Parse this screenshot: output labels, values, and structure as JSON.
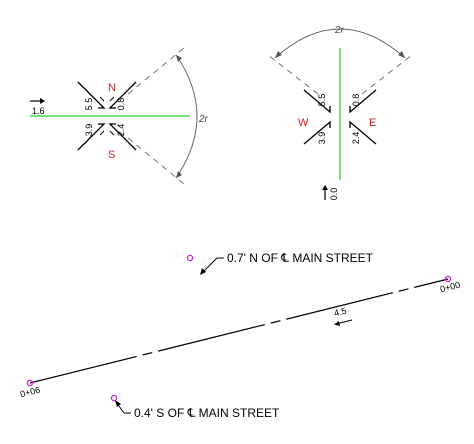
{
  "diagram": {
    "left_intersection": {
      "north_label": "N",
      "south_label": "S",
      "dim_top_left": "5.5",
      "dim_top_right": "0.8",
      "dim_bottom_left": "3.9",
      "dim_bottom_right": "2.4",
      "offset_label": "1.6",
      "arc_label": "2r"
    },
    "right_intersection": {
      "west_label": "W",
      "east_label": "E",
      "dim_top_left": "5.5",
      "dim_top_right": "0.8",
      "dim_bottom_left": "3.9",
      "dim_bottom_right": "2.4",
      "offset_label": "0.0",
      "arc_label": "2r"
    },
    "alignment": {
      "station_start": "0+00",
      "station_end": "0+06",
      "dimension": "4.5",
      "north_note": "0.7' N OF ℄ MAIN STREET",
      "south_note": "0.4' S OF ℄ MAIN STREET"
    },
    "colors": {
      "centerline": "#22cc22",
      "direction_text": "#d42020",
      "point_marker": "#d020d0"
    }
  }
}
